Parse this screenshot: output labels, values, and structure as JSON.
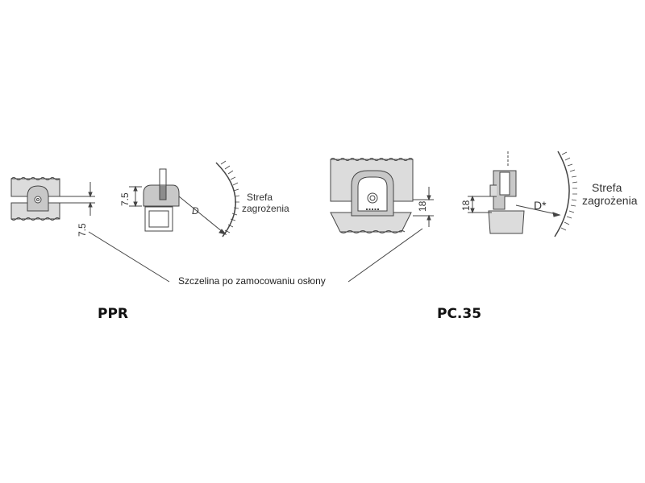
{
  "labels": {
    "ppr": "PPR",
    "pc35": "PC.35",
    "gap_note": "Szczelina po zamocowaniu osłony"
  },
  "ppr": {
    "dim_horizontal": "7.5",
    "dim_vertical": "7.5",
    "distance": "D",
    "zone_line1": "Strefa",
    "zone_line2": "zagrożenia"
  },
  "pc35": {
    "dim_front": "18",
    "dim_side": "18",
    "distance": "D*",
    "zone_line1": "Strefa",
    "zone_line2": "zagrożenia"
  },
  "colors": {
    "stroke": "#444444",
    "light_fill": "#dcdcdc",
    "mid_fill": "#c8c8c8",
    "dark_fill": "#8c8c8c"
  }
}
